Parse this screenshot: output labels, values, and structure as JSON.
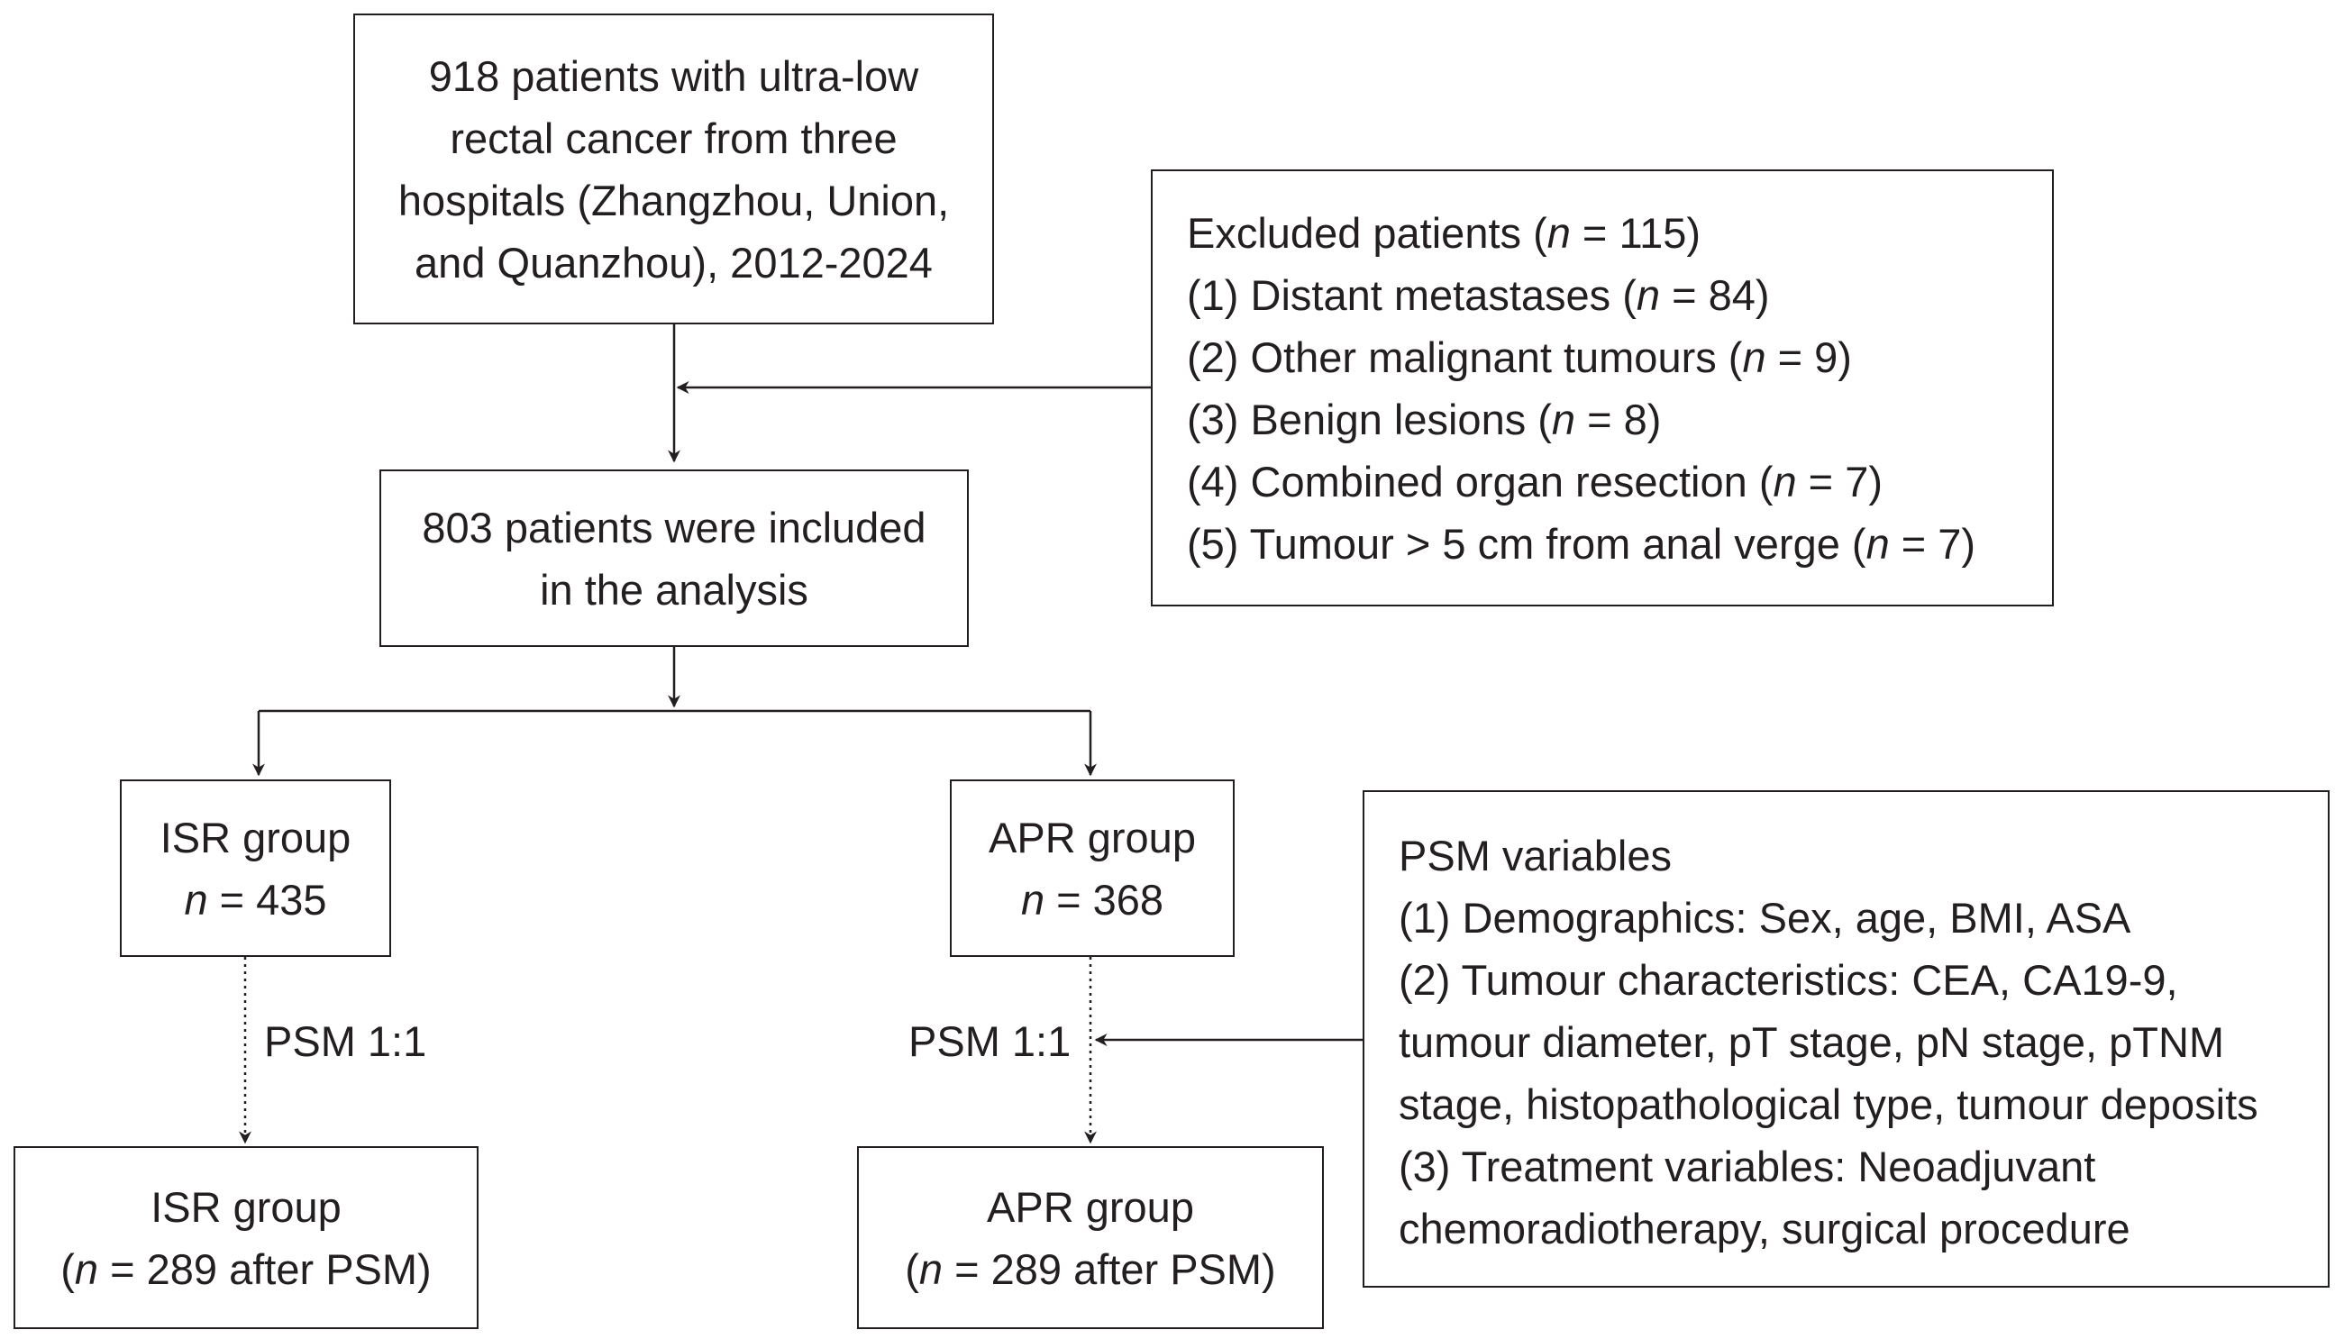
{
  "source_box": {
    "lines": [
      "918 patients with ultra-low",
      "rectal cancer from three",
      "hospitals (Zhangzhou, Union,",
      "and Quanzhou), 2012-2024"
    ]
  },
  "exclusion_box": {
    "title": "Excluded patients (",
    "title_n": "n",
    "title_rest": " = 115)",
    "items": [
      {
        "pre": "(1) Distant metastases (",
        "n": "n",
        "post": " = 84)"
      },
      {
        "pre": "(2) Other malignant tumours (",
        "n": "n",
        "post": " = 9)"
      },
      {
        "pre": "(3) Benign lesions (",
        "n": "n",
        "post": " = 8)"
      },
      {
        "pre": "(4) Combined organ resection (",
        "n": "n",
        "post": " = 7)"
      },
      {
        "pre": "(5) Tumour > 5 cm from anal verge (",
        "n": "n",
        "post": " = 7)"
      }
    ]
  },
  "included_box": {
    "lines": [
      "803 patients were included",
      "in the analysis"
    ]
  },
  "isr_group": {
    "label": "ISR group",
    "n": "n",
    "count": " = 435"
  },
  "apr_group": {
    "label": "APR group",
    "n": "n",
    "count": " = 368"
  },
  "psm_labels": {
    "left": "PSM 1:1",
    "right": "PSM 1:1"
  },
  "isr_after": {
    "label": "ISR group",
    "pre": "(",
    "n": "n",
    "post": " = 289 after PSM)"
  },
  "apr_after": {
    "label": "APR group",
    "pre": "(",
    "n": "n",
    "post": " = 289 after PSM)"
  },
  "psm_box": {
    "lines": [
      "PSM variables",
      "(1) Demographics: Sex, age, BMI, ASA",
      "(2) Tumour characteristics: CEA, CA19-9,",
      "tumour diameter, pT stage, pN stage, pTNM",
      "stage, histopathological type, tumour deposits",
      "(3) Treatment variables: Neoadjuvant",
      "chemoradiotherapy, surgical procedure"
    ]
  }
}
